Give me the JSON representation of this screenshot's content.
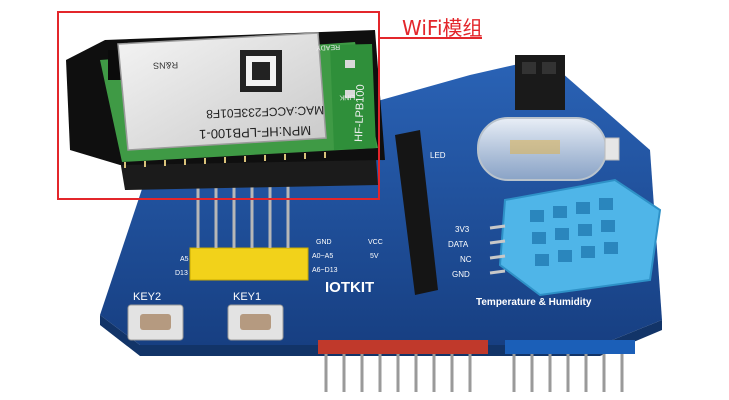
{
  "annotation": {
    "label": "WiFi模组",
    "color": "#e3262b"
  },
  "module": {
    "line1": "R&NS",
    "line2": "MAC:ACCF233E01F8",
    "line3": "MPN:HF-LPB100-1",
    "side_label": "HF-LPB100",
    "pin_labels": [
      "READY",
      "LINK"
    ]
  },
  "board": {
    "brand": "IOTKIT",
    "color": "#1f4e9a",
    "keys": [
      "KEY2",
      "KEY1"
    ],
    "sensor_label": "Temperature & Humidity",
    "sensor_pins": [
      "3V3",
      "DATA",
      "NC",
      "GND"
    ],
    "led_label": "LED",
    "left_pins": [
      "GND",
      "VCC",
      "A5",
      "D13",
      "A0~A5",
      "A6~D13",
      "5V"
    ]
  }
}
